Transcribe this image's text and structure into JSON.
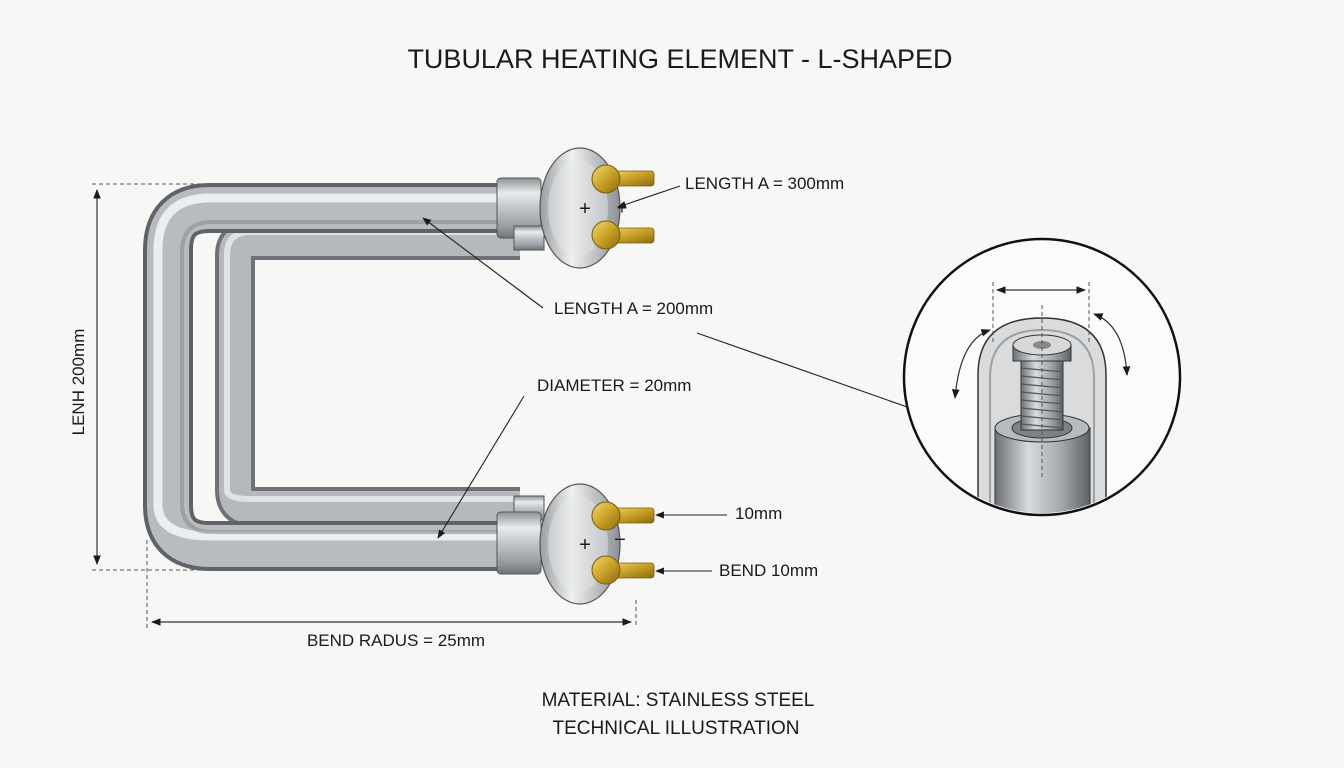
{
  "title": "TUBULAR HEATING ELEMENT - L-SHAPED",
  "labels": {
    "length_a_300": "LENGTH A = 300mm",
    "length_a_200": "LENGTH A = 200mm",
    "diameter": "DIAMETER = 20mm",
    "ten_mm": "10mm",
    "bend_10mm": "BEND 10mm",
    "bend_radius": "BEND RADUS = 25mm",
    "vertical_length": "LENH 200mm"
  },
  "terminal_signs": {
    "top_left": "+",
    "top_right": "+",
    "bottom_left": "+",
    "bottom_right": "−"
  },
  "footer": {
    "material": "MATERIAL: STAINLESS STEEL",
    "note": "TECHNICAL ILLUSTRATION"
  },
  "colors": {
    "background": "#f7f7f6",
    "tube_steel": "#b9bcbf",
    "brass_terminal": "#c9a227",
    "line": "#1a1a1a"
  }
}
